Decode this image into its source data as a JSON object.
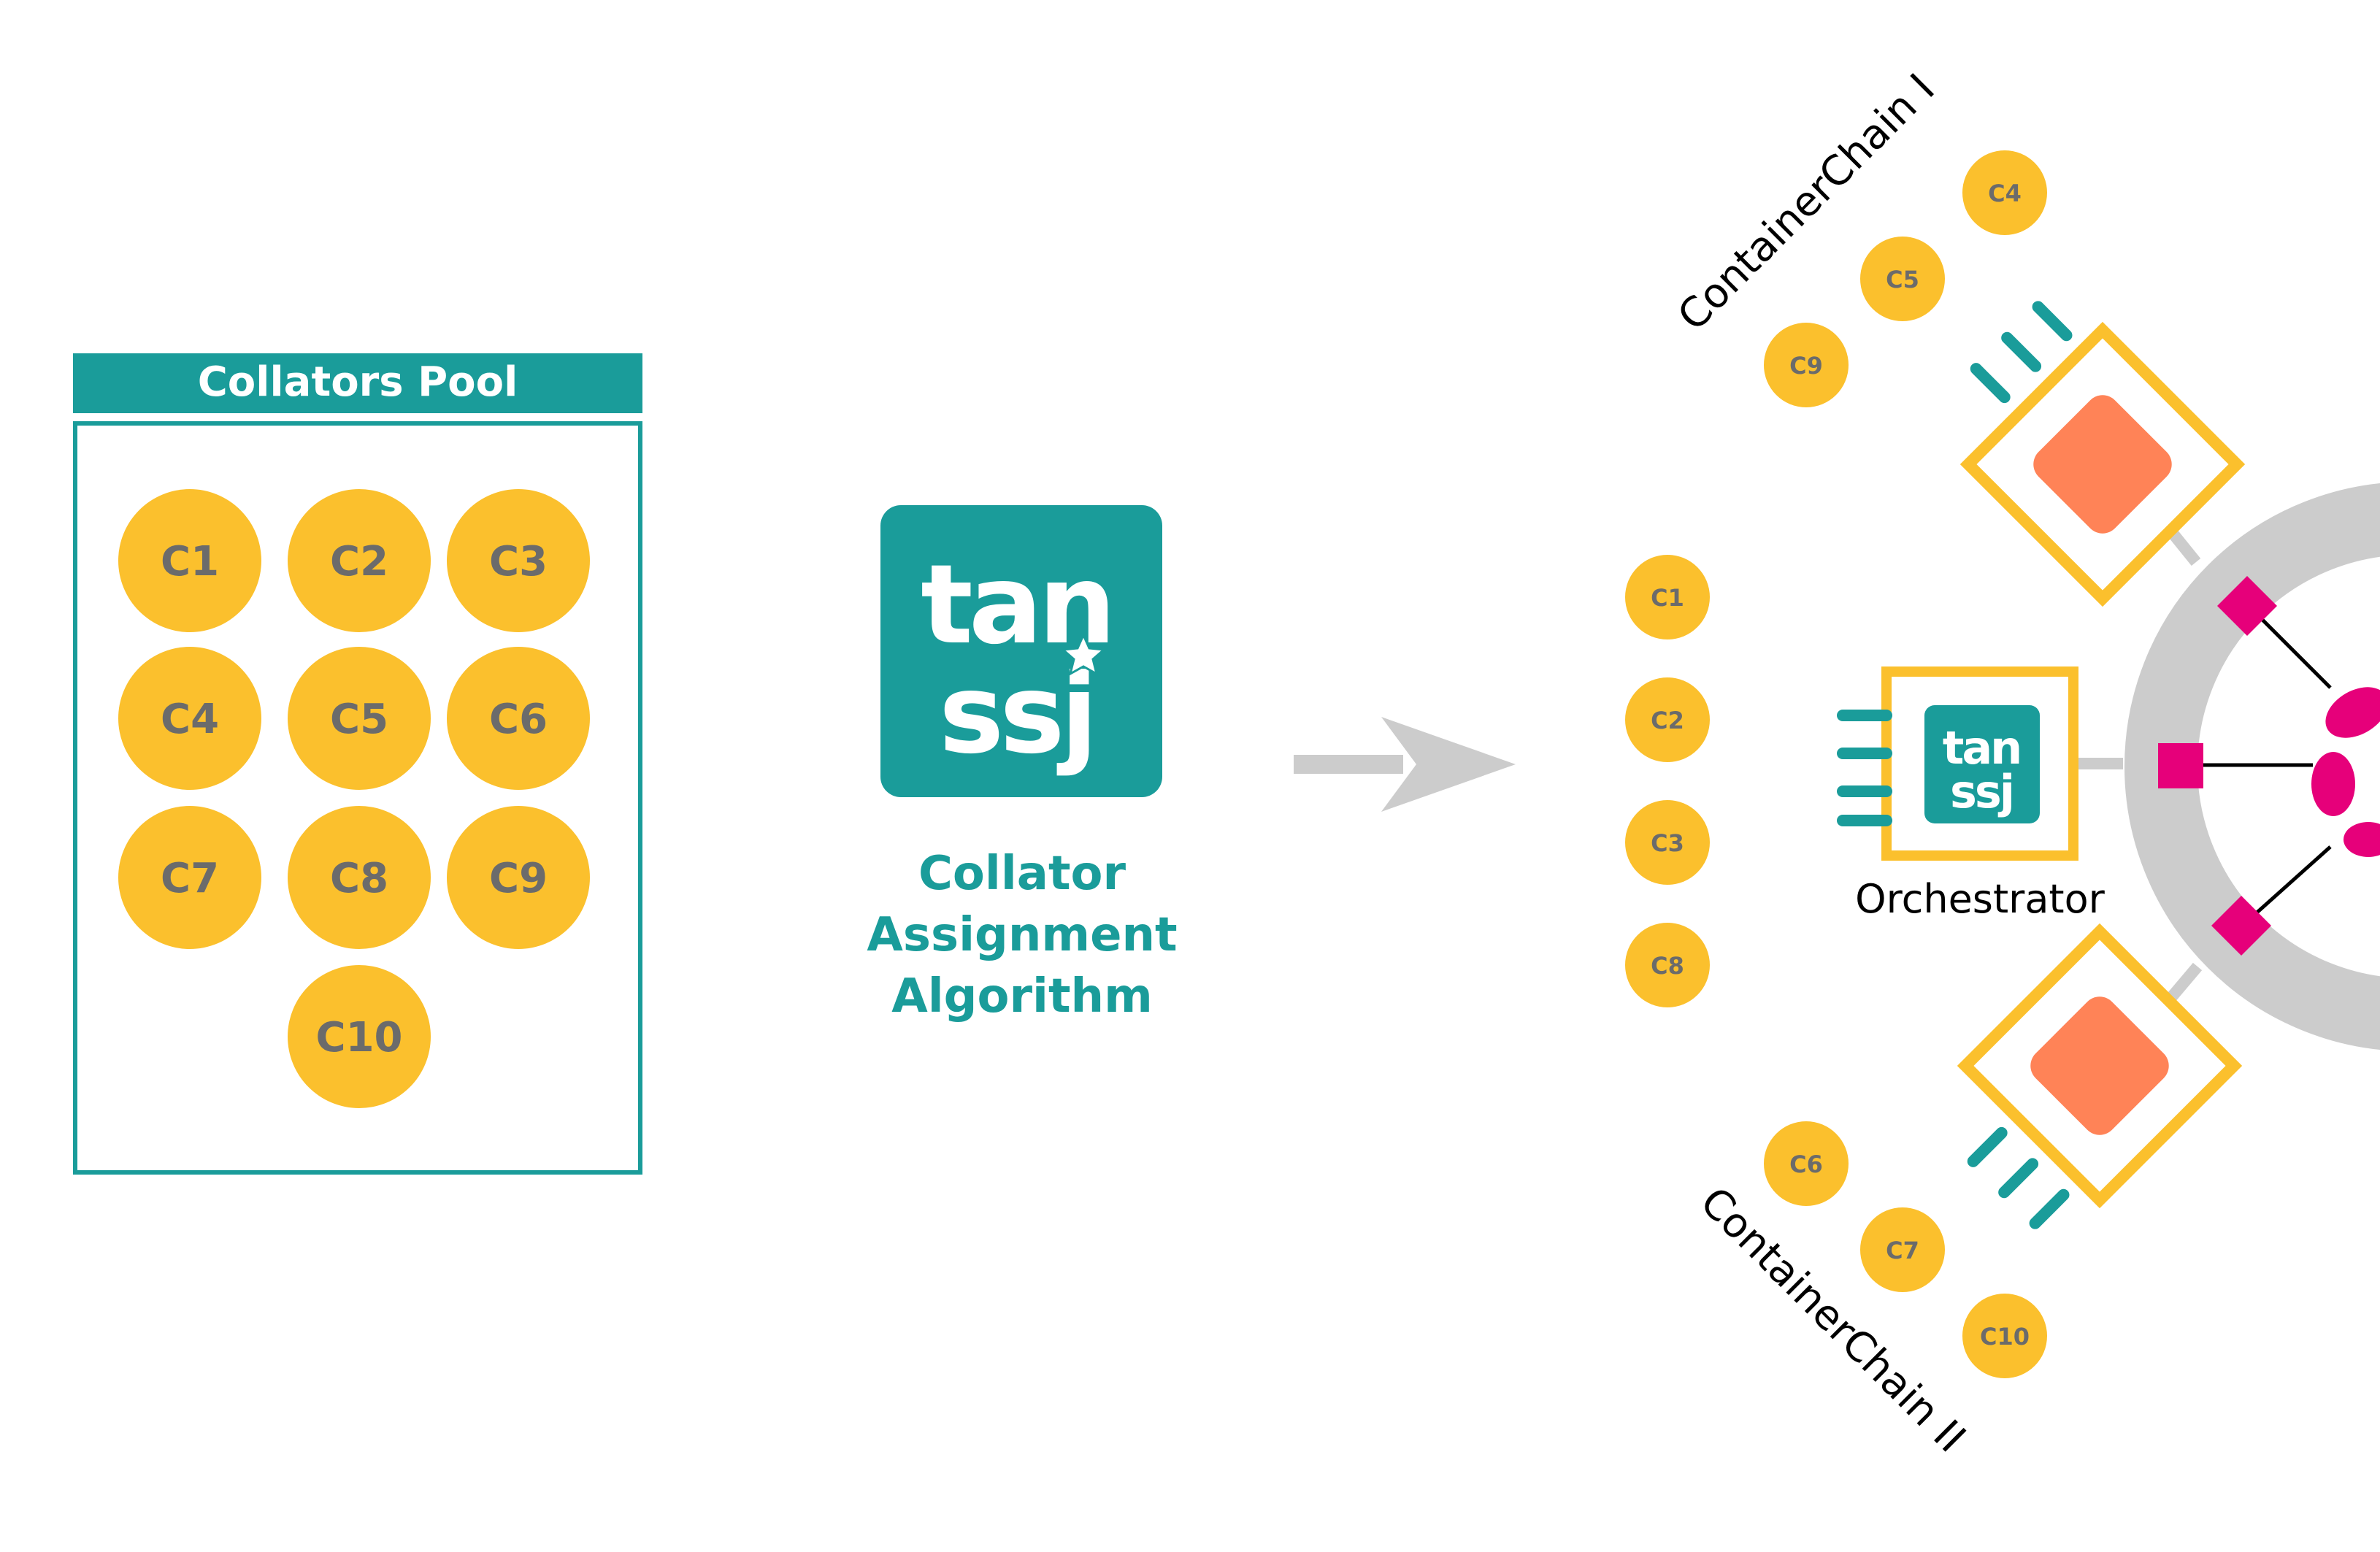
{
  "pool": {
    "title": "Collators Pool",
    "collators": [
      "C1",
      "C2",
      "C3",
      "C4",
      "C5",
      "C6",
      "C7",
      "C8",
      "C9",
      "C10"
    ]
  },
  "algorithm": {
    "logo_top": "tan",
    "logo_bottom": "ssj",
    "caption_line1": "Collator",
    "caption_line2": "Assignment",
    "caption_line3": "Algorithm"
  },
  "orchestrator": {
    "label": "Orchestrator",
    "logo_top": "tan",
    "logo_bottom": "ssj",
    "collators": [
      "C1",
      "C2",
      "C3",
      "C8"
    ]
  },
  "container_chain_1": {
    "label": "ContainerChain I",
    "collators": [
      "C4",
      "C5",
      "C9"
    ]
  },
  "container_chain_2": {
    "label": "ContainerChain II",
    "collators": [
      "C6",
      "C7",
      "C10"
    ]
  },
  "colors": {
    "teal": "#1a9c9a",
    "gold": "#fbc02d",
    "gold_text": "#6b6b6b",
    "coral": "#ff8357",
    "magenta": "#e6007a",
    "gray": "#cccccc"
  }
}
